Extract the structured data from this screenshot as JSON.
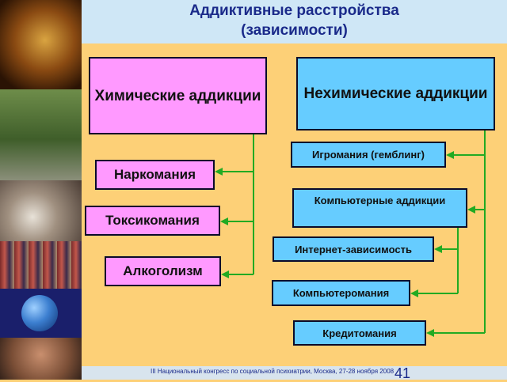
{
  "title": {
    "line1": "Аддиктивные расстройства",
    "line2": "(зависимости)"
  },
  "chemical": {
    "heading": "Химические аддикции",
    "items": [
      "Наркомания",
      "Токсикомания",
      "Алкоголизм"
    ]
  },
  "nonchemical": {
    "heading": "Нехимические аддикции",
    "items": [
      "Игромания (гемблинг)",
      "Компьютерные аддикции",
      "Интернет-зависимость",
      "Компьютеромания",
      "Кредитомания"
    ]
  },
  "footer": {
    "text": "III Национальный конгресс по социальной психиатрии, Москва, 27-28 ноября 2008",
    "page": "41"
  },
  "colors": {
    "background": "#fdd077",
    "chemical_box": "#ff99ff",
    "nonchemical_box": "#66ccff",
    "arrow": "#22aa22"
  }
}
